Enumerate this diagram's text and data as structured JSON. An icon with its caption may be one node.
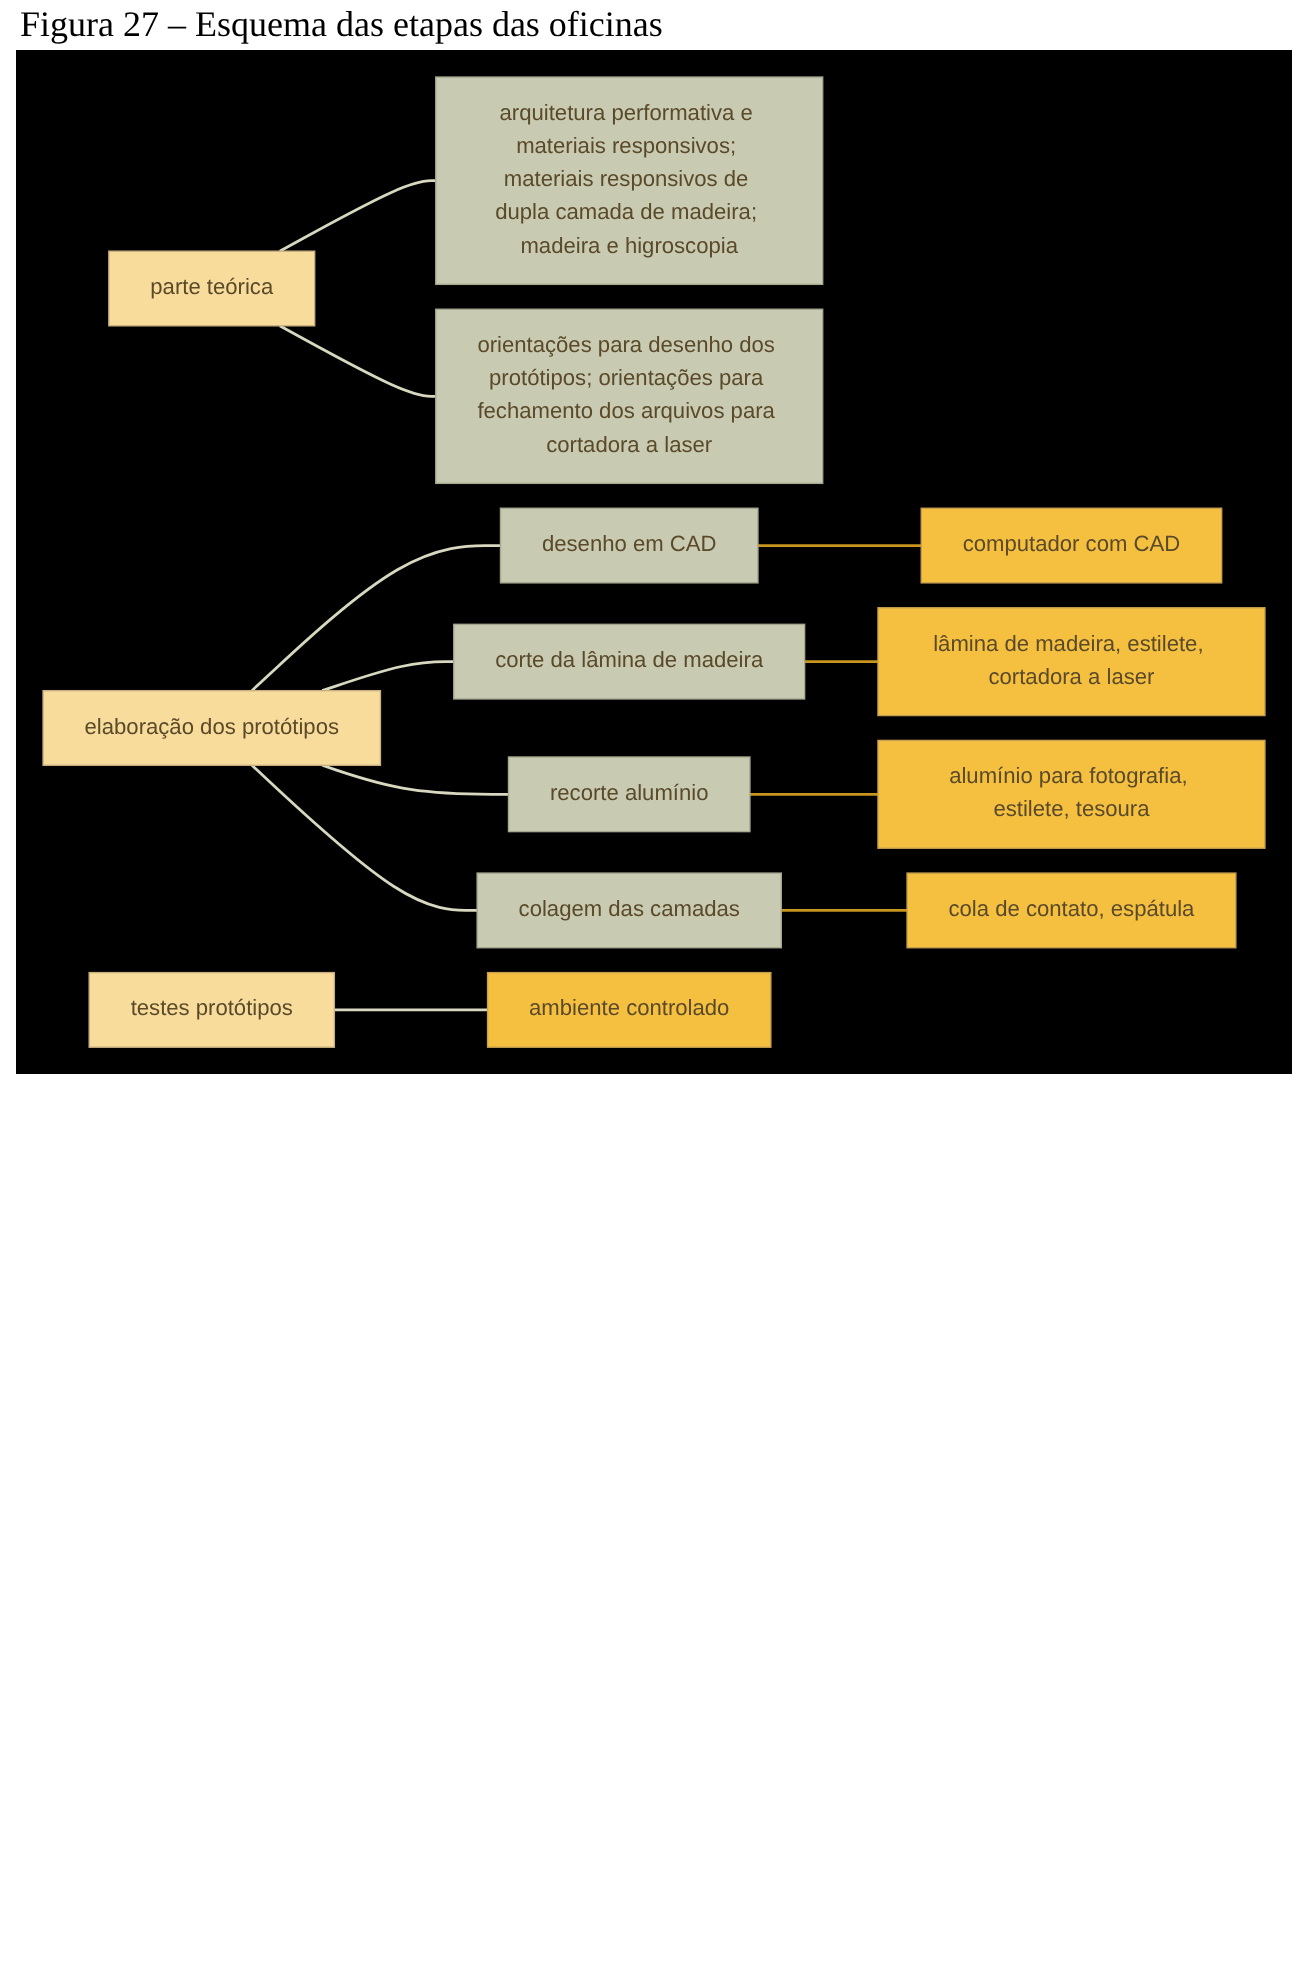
{
  "diagram": {
    "title": "Figura 27 – Esquema das etapas das oficinas",
    "nodes": [
      {
        "text": [
          "parte teórica"
        ]
      },
      {
        "text": [
          "arquitetura performativa e materiais responsivos; materiais responsivos de dupla camada de madeira; madeira e higroscopia"
        ]
      },
      {
        "text": [
          "orientações para desenho dos protótipos; orientações para fechamento dos arquivos para cortadora a laser"
        ]
      },
      {
        "text": [
          "elaboração dos protótipos"
        ]
      },
      {
        "text": [
          "desenho em CAD"
        ]
      },
      {
        "text": [
          "computador com CAD"
        ]
      },
      {
        "text": [
          "corte da lâmina de madeira"
        ]
      },
      {
        "text": [
          "lâmina de madeira, estilete, cortadora a laser"
        ]
      },
      {
        "text": [
          "recorte alumínio"
        ]
      },
      {
        "text": [
          "alumínio para fotografia, estilete, tesoura"
        ]
      },
      {
        "text": [
          "colagem das camadas"
        ]
      },
      {
        "text": [
          "cola de contato, espátula"
        ]
      },
      {
        "text": [
          "testes protótipos"
        ]
      },
      {
        "text": [
          "ambiente controlado"
        ]
      }
    ],
    "edges": [
      {
        "from": 0,
        "to": 1,
        "arrow": "none"
      },
      {
        "from": 0,
        "to": 2,
        "arrow": "none"
      },
      {
        "from": 3,
        "to": 4,
        "arrow": "none"
      },
      {
        "from": 4,
        "to": 5,
        "arrow": "none",
        "color": "#c8961e"
      },
      {
        "from": 3,
        "to": 6,
        "arrow": "none"
      },
      {
        "from": 6,
        "to": 7,
        "arrow": "none",
        "color": "#c8961e"
      },
      {
        "from": 3,
        "to": 8,
        "arrow": "none"
      },
      {
        "from": 8,
        "to": 9,
        "arrow": "none",
        "color": "#c8961e"
      },
      {
        "from": 3,
        "to": 10,
        "arrow": "none"
      },
      {
        "from": 10,
        "to": 11,
        "arrow": "none",
        "color": "#c8961e"
      },
      {
        "from": 12,
        "to": 13,
        "arrow": "none"
      }
    ]
  }
}
